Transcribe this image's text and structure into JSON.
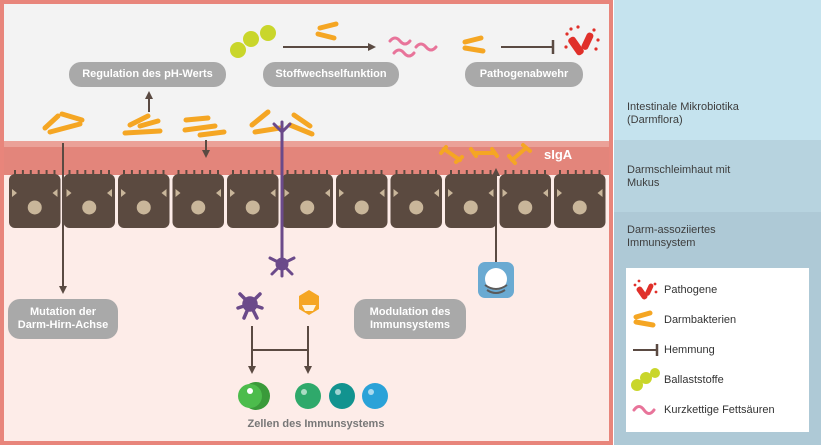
{
  "process_labels": {
    "ph_regulation": "Regulation des pH-Werts",
    "metabolism": "Stoffwechselfunktion",
    "pathogen_defense": "Pathogenabwehr",
    "gut_brain_axis": "Mutation der Darm-Hirn-Achse",
    "immune_modulation": "Modulation des Immunsystems"
  },
  "siga_label": "sIgA",
  "immune_cells_label": "Zellen des Immunsystems",
  "bands": {
    "microbiota": "Intestinale Mikrobiotika (Darmflora)",
    "mucosa": "Darmschleimhaut mit Mukus",
    "immune_system": "Darm-assoziiertes Immunsystem"
  },
  "legend": {
    "pathogens": "Pathogene",
    "gut_bacteria": "Darmbakterien",
    "inhibition": "Hemmung",
    "fiber": "Ballaststoffe",
    "short_chain_fatty_acids": "Kurzkettige Fettsäuren"
  },
  "colors": {
    "frame": "#e8857b",
    "mucus_band": "#e3857b",
    "upper_background": "#f3f3f3",
    "lower_background": "#fdece8",
    "epithelial_cell": "#5b4a40",
    "bacteria": "#f5a623",
    "fiber": "#c9d62b",
    "scfa": "#e8749a",
    "pathogen": "#e0302a",
    "side_panel_top": "#c5e3ee",
    "side_panel_mid": "#b7d3df",
    "side_panel_bottom": "#aec9d6",
    "immune_purple": "#6b4a8a",
    "immune_green_dark": "#3a9a3a",
    "immune_green": "#2fa96b",
    "immune_teal": "#12938f",
    "immune_blue": "#2aa2d8"
  }
}
